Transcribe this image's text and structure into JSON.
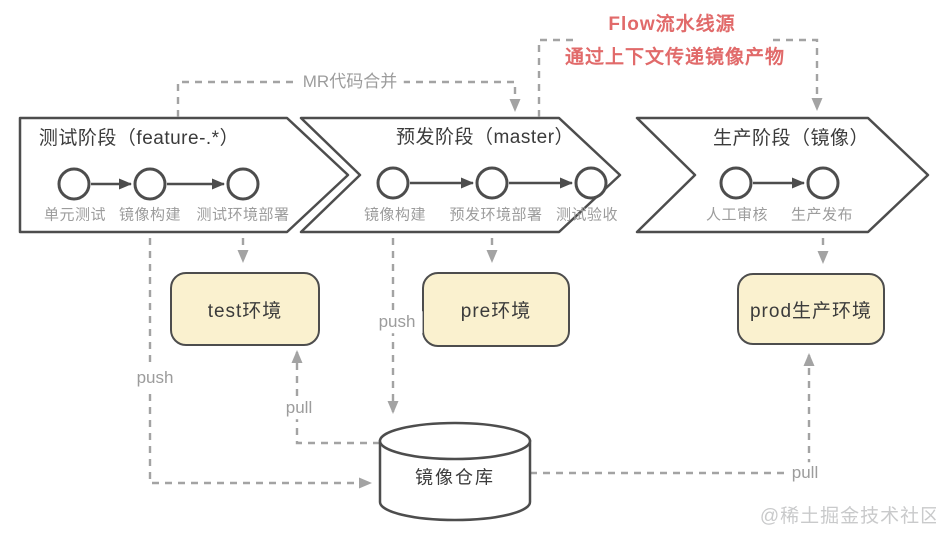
{
  "diagram": {
    "stages": [
      {
        "title": "测试阶段（feature-.*）",
        "steps": [
          "单元测试",
          "镜像构建",
          "测试环境部署"
        ]
      },
      {
        "title": "预发阶段（master）",
        "steps": [
          "镜像构建",
          "预发环境部署",
          "测试验收"
        ]
      },
      {
        "title": "生产阶段（镜像）",
        "steps": [
          "人工审核",
          "生产发布"
        ]
      }
    ],
    "environments": [
      {
        "label": "test环境"
      },
      {
        "label": "pre环境"
      },
      {
        "label": "prod生产环境"
      }
    ],
    "repository": {
      "label": "镜像仓库"
    },
    "edges": {
      "mr_merge": "MR代码合并",
      "flow_note_line1": "Flow流水线源",
      "flow_note_line2": "通过上下文传递镜像产物",
      "push_stage1": "push",
      "push_stage2": "push",
      "pull_test": "pull",
      "pull_prod": "pull"
    },
    "watermark": "@稀土掘金技术社区",
    "colors": {
      "outline": "#4d4d4d",
      "dashed_line": "#a3a3a3",
      "env_fill": "#faf1cf",
      "accent_red": "#e16a6a",
      "muted_text": "#9c9c9c",
      "title_text": "#3b3b3b",
      "watermark": "#c9cacb"
    }
  }
}
